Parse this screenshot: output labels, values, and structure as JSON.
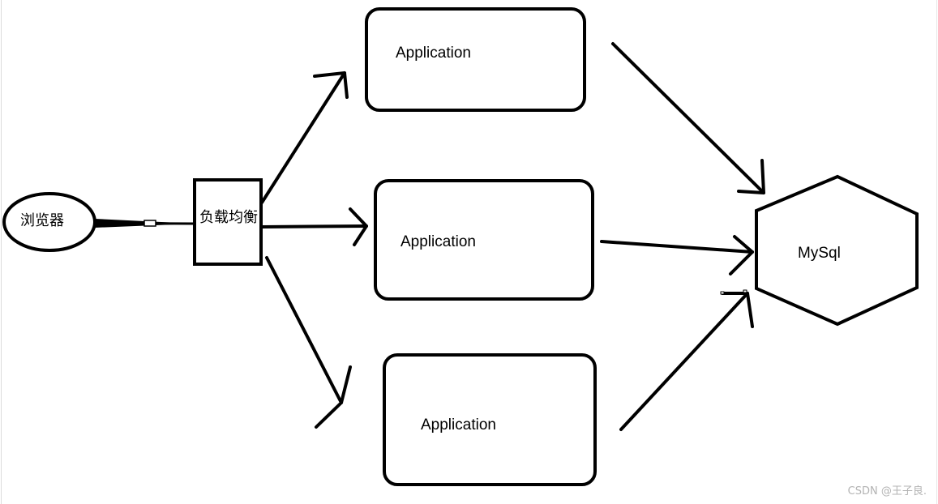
{
  "nodes": {
    "browser": {
      "label": "浏览器"
    },
    "load_balancer": {
      "label": "负载均衡"
    },
    "applications": [
      {
        "label": "Application"
      },
      {
        "label": "Application"
      },
      {
        "label": "Application"
      }
    ],
    "database": {
      "label": "MySql"
    }
  },
  "edges": [
    {
      "from": "browser",
      "to": "load_balancer"
    },
    {
      "from": "load_balancer",
      "to": "application-1"
    },
    {
      "from": "load_balancer",
      "to": "application-2"
    },
    {
      "from": "load_balancer",
      "to": "application-3"
    },
    {
      "from": "application-1",
      "to": "database"
    },
    {
      "from": "application-2",
      "to": "database"
    },
    {
      "from": "application-3",
      "to": "database"
    }
  ],
  "watermark": "CSDN @王子良."
}
